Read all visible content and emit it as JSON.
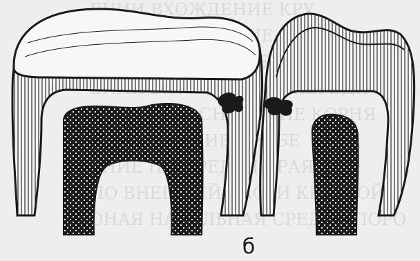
{
  "figure": {
    "caption": "б",
    "colors": {
      "background": "#eeeeee",
      "ink": "#1a1a1a",
      "bleed_text": "#c9c9c9",
      "pulp_dots": "#ffffff"
    },
    "bleed_through_lines": [
      "ЕНИИ ВХОЖДЕНИЕ КРУ",
      "ЕНИИ ВХОЖДЕНИЕ КРУ",
      "НИИ ПРИЛЕГАНИЕ СПЕРЕДИ",
      "ЕНИИ ВХОЖДЕНИЕ СПЕРЕДИ КСЕ",
      "СПЕРЕДИ ОСНОВАНИЕ КОРНЯ",
      "ЧЕН ЖЕВАНИЕ В ЗУБЕ",
      "ЕНИЕ ПО ПРЕДЕЛ КРАЯ ПРИ",
      "ПО ВНЕШНЕЙ ЧАСТИ КРАЕВОЙ",
      "ОНАЯ НАЧАЛЬНАЯ СРЕДНЕ ПОРО"
    ]
  }
}
